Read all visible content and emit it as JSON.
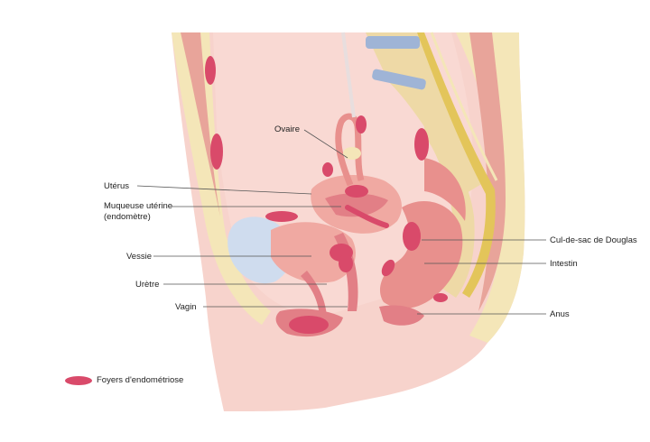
{
  "labels": {
    "ovaire": "Ovaire",
    "uterus": "Utérus",
    "muqueuse_line1": "Muqueuse utérine",
    "muqueuse_line2": "(endomètre)",
    "vessie": "Vessie",
    "uretre": "Urètre",
    "vagin": "Vagin",
    "cul_de_sac": "Cul-de-sac de Douglas",
    "intestin": "Intestin",
    "anus": "Anus"
  },
  "legend": {
    "label": "Foyers d'endométriose",
    "swatch_color": "#d94a6a"
  },
  "colors": {
    "skin": "#f7d3cc",
    "fat": "#f4e6b8",
    "muscle": "#e8a49a",
    "organ": "#f0a9a2",
    "organ_dark": "#e27f86",
    "bladder": "#cfdcee",
    "endometriosis": "#d94a6a",
    "bone": "#eed9a6",
    "disc": "#9fb4d6",
    "spinal_cord": "#e3c55a",
    "leader_line": "#555555"
  }
}
